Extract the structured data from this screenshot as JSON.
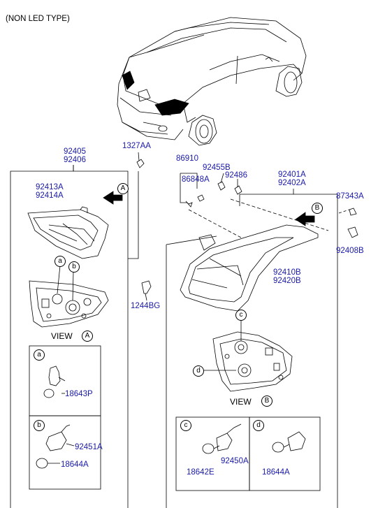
{
  "header": {
    "title": "(NON LED TYPE)"
  },
  "left_assembly": {
    "code_1": "92405",
    "code_2": "92406",
    "lamp_code_1": "92413A",
    "lamp_code_2": "92414A",
    "view_label": "VIEW",
    "view_marker": "A",
    "marker_a": "a",
    "marker_b": "b",
    "arrow_marker": "A"
  },
  "screw_top": "1327AA",
  "center_parts": {
    "code_86910": "86910",
    "code_92455B": "92455B",
    "code_86848A": "86848A",
    "code_92486": "92486",
    "code_1244BG": "1244BG"
  },
  "right_assembly": {
    "code_1": "92401A",
    "code_2": "92402A",
    "lens_code_1": "92410B",
    "lens_code_2": "92420B",
    "clip_code": "87343A",
    "holder_code": "92408B",
    "view_label": "VIEW",
    "view_marker": "B",
    "marker_c": "c",
    "marker_d": "d",
    "arrow_marker": "B"
  },
  "detail_boxes": {
    "a": {
      "marker": "a",
      "part": "18643P"
    },
    "b": {
      "marker": "b",
      "part_1": "92451A",
      "part_2": "18644A"
    },
    "c": {
      "marker": "c",
      "part_1": "92450A",
      "part_2": "18642E"
    },
    "d": {
      "marker": "d",
      "part": "18644A"
    }
  }
}
